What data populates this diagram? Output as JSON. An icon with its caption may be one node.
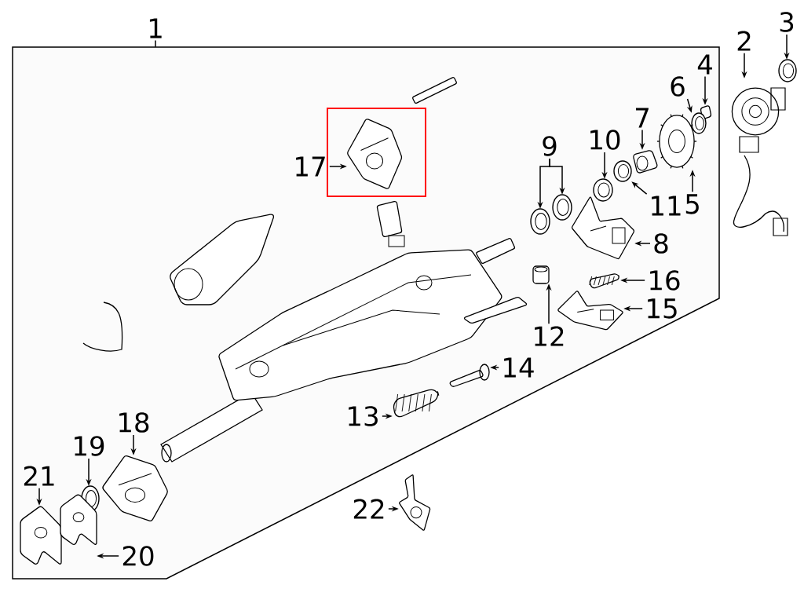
{
  "diagram": {
    "nodes": [
      {
        "text": [
          "1"
        ]
      },
      {
        "text": [],
        "shape": "box"
      },
      {
        "text": [
          "2"
        ]
      },
      {
        "text": [],
        "shape": "picture"
      },
      {
        "text": [
          "3"
        ]
      },
      {
        "text": [],
        "shape": "picture"
      },
      {
        "text": [
          "4"
        ],
        "in": 1
      },
      {
        "text": [],
        "shape": "picture",
        "in": 1
      },
      {
        "text": [
          "6"
        ],
        "in": 1
      },
      {
        "text": [],
        "shape": "picture",
        "in": 1
      },
      {
        "text": [
          "7"
        ],
        "in": 1
      },
      {
        "text": [],
        "shape": "picture",
        "in": 1
      },
      {
        "text": [
          "5"
        ],
        "in": 1
      },
      {
        "text": [],
        "shape": "picture",
        "in": 1
      },
      {
        "text": [
          "11"
        ],
        "in": 1
      },
      {
        "text": [],
        "shape": "picture",
        "in": 1
      },
      {
        "text": [
          "10"
        ],
        "in": 1
      },
      {
        "text": [],
        "shape": "picture",
        "in": 1
      },
      {
        "text": [
          "9"
        ],
        "in": 1
      },
      {
        "text": [],
        "shape": "picture",
        "in": 1
      },
      {
        "text": [],
        "shape": "picture",
        "in": 1
      },
      {
        "text": [
          "8"
        ],
        "in": 1
      },
      {
        "text": [],
        "shape": "picture",
        "in": 1
      },
      {
        "text": [
          "16"
        ],
        "in": 1
      },
      {
        "text": [],
        "shape": "picture",
        "in": 1
      },
      {
        "text": [
          "15"
        ],
        "in": 1
      },
      {
        "text": [],
        "shape": "picture",
        "in": 1
      },
      {
        "text": [
          "12"
        ],
        "in": 1
      },
      {
        "text": [],
        "shape": "picture",
        "in": 1
      },
      {
        "text": [
          "14"
        ],
        "in": 1
      },
      {
        "text": [],
        "shape": "picture",
        "in": 1
      },
      {
        "text": [
          "13"
        ],
        "in": 1
      },
      {
        "text": [],
        "shape": "picture",
        "in": 1
      },
      {
        "text": [
          "17"
        ],
        "in": 1
      },
      {
        "text": [],
        "shape": "box",
        "in": 1
      },
      {
        "text": [],
        "shape": "picture",
        "in": 34
      },
      {
        "text": [
          "18"
        ],
        "in": 1
      },
      {
        "text": [],
        "shape": "picture",
        "in": 1
      },
      {
        "text": [
          "19"
        ],
        "in": 1
      },
      {
        "text": [],
        "shape": "picture",
        "in": 1
      },
      {
        "text": [
          "21"
        ],
        "in": 1
      },
      {
        "text": [],
        "shape": "picture",
        "in": 1
      },
      {
        "text": [
          "20"
        ],
        "in": 1
      },
      {
        "text": [],
        "shape": "picture",
        "in": 1
      },
      {
        "text": [
          "22"
        ]
      },
      {
        "text": [],
        "shape": "picture"
      }
    ],
    "edges": [
      {
        "from": 0,
        "to": 1,
        "arrow": "none"
      },
      {
        "from": 2,
        "to": 3,
        "arrow": "to"
      },
      {
        "from": 4,
        "to": 5,
        "arrow": "to"
      },
      {
        "from": 6,
        "to": 7,
        "arrow": "to"
      },
      {
        "from": 8,
        "to": 9,
        "arrow": "to"
      },
      {
        "from": 10,
        "to": 11,
        "arrow": "to"
      },
      {
        "from": 12,
        "to": 13,
        "arrow": "to"
      },
      {
        "from": 14,
        "to": 15,
        "arrow": "to"
      },
      {
        "from": 16,
        "to": 17,
        "arrow": "to"
      },
      {
        "from": 18,
        "to": 19,
        "arrow": "to"
      },
      {
        "from": 18,
        "to": 20,
        "arrow": "to"
      },
      {
        "from": 21,
        "to": 22,
        "arrow": "to"
      },
      {
        "from": 23,
        "to": 24,
        "arrow": "to"
      },
      {
        "from": 25,
        "to": 26,
        "arrow": "to"
      },
      {
        "from": 27,
        "to": 28,
        "arrow": "to"
      },
      {
        "from": 29,
        "to": 30,
        "arrow": "to"
      },
      {
        "from": 31,
        "to": 32,
        "arrow": "to"
      },
      {
        "from": 33,
        "to": 35,
        "arrow": "to"
      },
      {
        "from": 36,
        "to": 37,
        "arrow": "to"
      },
      {
        "from": 38,
        "to": 39,
        "arrow": "to"
      },
      {
        "from": 40,
        "to": 41,
        "arrow": "to"
      },
      {
        "from": 42,
        "to": 43,
        "arrow": "to"
      },
      {
        "from": 44,
        "to": 45,
        "arrow": "to"
      }
    ]
  }
}
